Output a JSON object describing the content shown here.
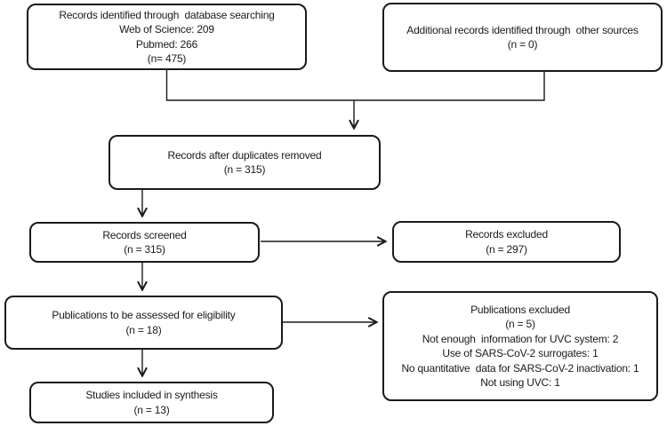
{
  "colors": {
    "background": "#ffffff",
    "box_border": "#1a1a1a",
    "text": "#1a1a1a",
    "connector": "#1a1a1a"
  },
  "boxes": {
    "database_search": {
      "lines": [
        "Records identified through  database searching",
        "Web of Science: 209",
        "Pubmed: 266",
        "(n= 475)"
      ]
    },
    "other_sources": {
      "lines": [
        "Additional records identified through  other sources",
        "(n = 0)"
      ]
    },
    "duplicates_removed": {
      "lines": [
        "Records after duplicates removed",
        "(n = 315)"
      ]
    },
    "records_screened": {
      "lines": [
        "Records screened",
        "(n = 315)"
      ]
    },
    "records_excluded": {
      "lines": [
        "Records excluded",
        "(n = 297)"
      ]
    },
    "eligibility": {
      "lines": [
        "Publications to be assessed for eligibility",
        "(n = 18)"
      ]
    },
    "publications_excluded": {
      "lines": [
        "Publications excluded",
        "(n = 5)",
        "Not enough  information for UVC system: 2",
        "Use of SARS-CoV-2 surrogates: 1",
        "No quantitative  data for SARS-CoV-2 inactivation: 1",
        "Not using UVC: 1"
      ]
    },
    "included_synthesis": {
      "lines": [
        "Studies included in synthesis",
        "(n = 13)"
      ]
    }
  }
}
